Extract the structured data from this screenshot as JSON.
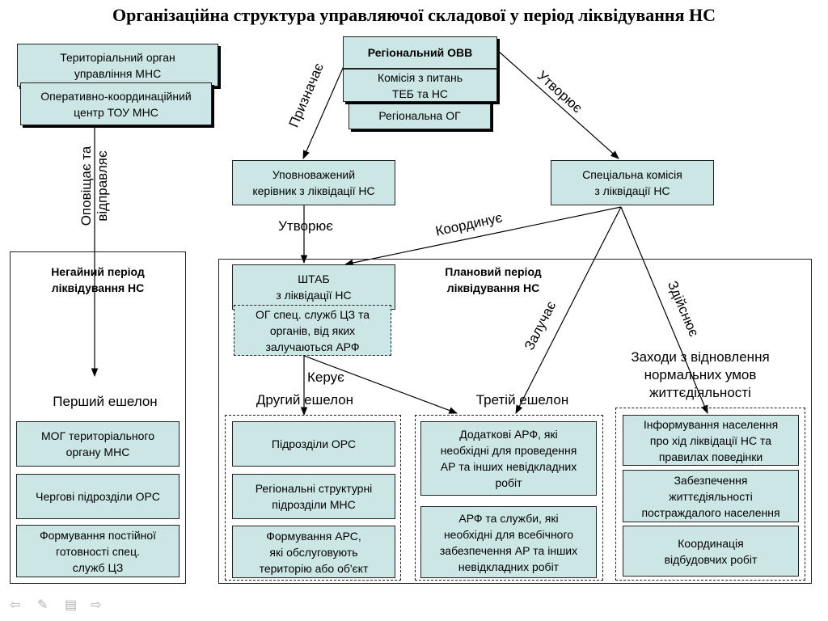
{
  "title": "Організаційна структура управляючої складової у період ліквідування НС",
  "boxes": {
    "territorial": "Територіальний орган\nуправління МНС",
    "operational": "Оперативно-координаційний\nцентр ТОУ МНС",
    "regional_ovv": "Регіональний ОВВ",
    "commission_teb": "Комісія з питань\nТЕБ та НС",
    "regional_og": "Регіональна ОГ",
    "authorized_head": "Уповноважений\nкерівник з ліквідації НС",
    "special_commission": "Спеціальна комісія\nз ліквідації НС",
    "hq": "ШТАБ\nз ліквідації НС",
    "og_special": "ОГ спец. служб ЦЗ та\nорганів, від яких\nзалучаються АРФ",
    "mog": "МОГ територіального\nоргану МНС",
    "duty_units": "Чергові підрозділи ОРС",
    "permanent": "Формування постійної\nготовності спец.\nслужб ЦЗ",
    "ors_units": "Підрозділи ОРС",
    "regional_struct": "Регіональні структурні\nпідрозділи МНС",
    "ars": "Формування АРС,\nякі обслуговують\nтериторію або об'єкт",
    "additional_arf": "Додаткові АРФ, які\nнеобхідні для проведення\nАР та інших невідкладних\nробіт",
    "arf_services": "АРФ та служби, які\nнеобхідні для всебічного\nзабезпечення АР  та інших\nневідкладних робіт",
    "inform": "Інформування населення\nпро хід ліквідації НС та\nправилах поведінки",
    "life_support": "Забезпечення\nжиттєдіяльності\nпостраждалого населення",
    "coordination": "Координація\nвідбудовчих робіт"
  },
  "labels": {
    "immediate_period": "Негайний період\nліквідування НС",
    "planned_period": "Плановий період\nліквідування НС",
    "first_echelon": "Перший ешелон",
    "second_echelon": "Другий ешелон",
    "third_echelon": "Третій ешелон",
    "restoration": "Заходи з відновлення\nнормальних умов\nжиттєдіяльності"
  },
  "arrows": {
    "notifies": "Оповіщає та\nвідправляє",
    "appoints": "Призначає",
    "creates_top": "Утворює",
    "creates_mid": "Утворює",
    "coordinates": "Координує",
    "engages": "Залучає",
    "implements": "Здійснює",
    "directs": "Керує"
  },
  "nav_icons": [
    "arrow-left-icon",
    "pen-icon",
    "menu-icon",
    "arrow-right-icon"
  ]
}
